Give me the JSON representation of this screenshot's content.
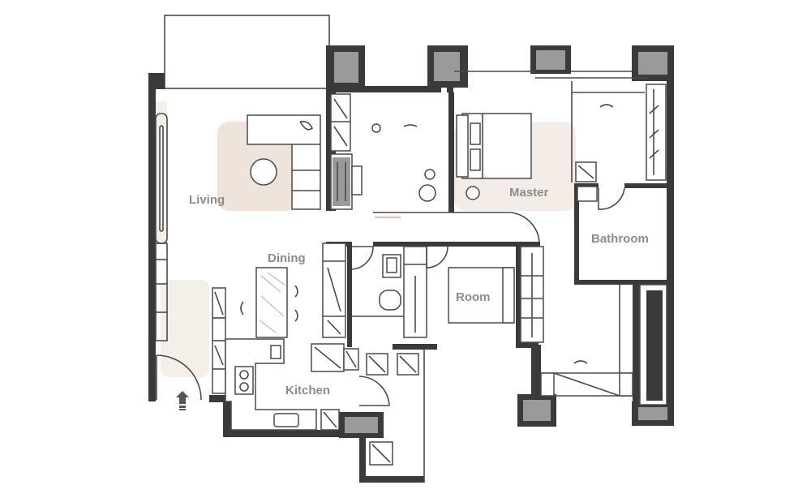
{
  "rooms": {
    "living": "Living",
    "dining": "Dining",
    "master": "Master",
    "bathroom": "Bathroom",
    "room": "Room",
    "kitchen": "Kitchen"
  },
  "colors": {
    "wall": "#3a3a3a",
    "label": "#8c8c8c",
    "rug": "#efe4dc",
    "column_fill": "#9a9a9a"
  },
  "icons": {
    "entrance": "entrance-arrow-icon"
  }
}
